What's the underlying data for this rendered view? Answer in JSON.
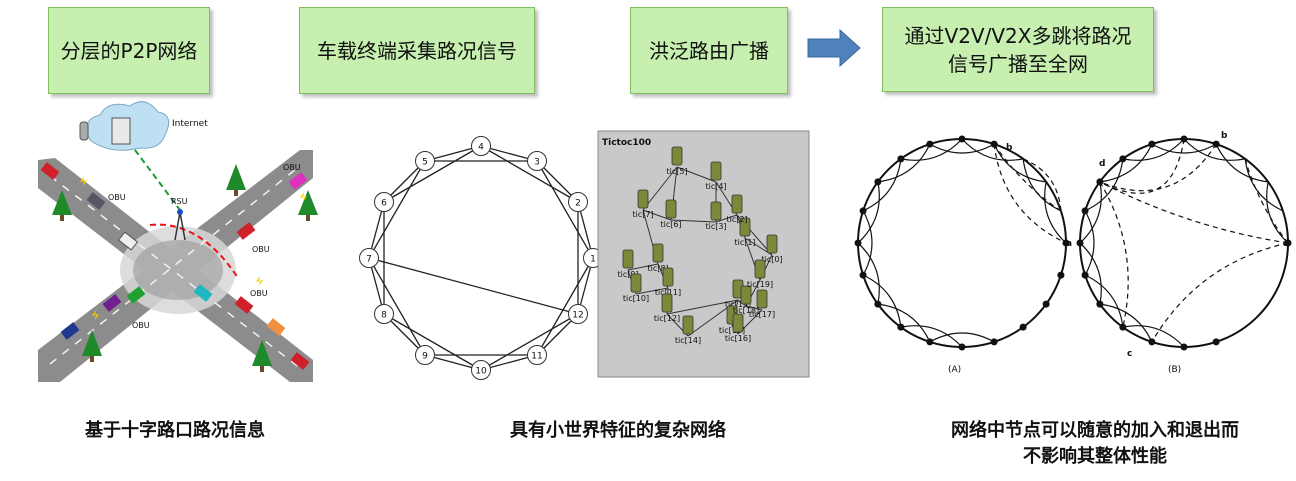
{
  "steps": [
    {
      "label": "分层的P2P网络"
    },
    {
      "label": "车载终端采集路况信号"
    },
    {
      "label": "洪泛路由广播"
    },
    {
      "label": "通过V2V/V2X多跳将路况信号广播至全网"
    }
  ],
  "captions": {
    "left": "基于十字路口路况信息",
    "middle": "具有小世界特征的复杂网络",
    "right": "网络中节点可以随意的加入和退出而不影响其整体性能"
  },
  "crossroad": {
    "internet": "Internet",
    "rsu": "RSU",
    "obu": "OBU"
  },
  "ring": {
    "nodes": [
      "1",
      "2",
      "3",
      "4",
      "5",
      "6",
      "7",
      "8",
      "9",
      "10",
      "11",
      "12"
    ]
  },
  "tictoc": {
    "title": "Tictoc100",
    "nodes": [
      "tic[0]",
      "tic[1]",
      "tic[2]",
      "tic[3]",
      "tic[4]",
      "tic[5]",
      "tic[6]",
      "tic[7]",
      "tic[8]",
      "tic[9]",
      "tic[10]",
      "tic[11]",
      "tic[12]",
      "tic[13]",
      "tic[14]",
      "tic[15]",
      "tic[16]",
      "tic[17]",
      "tic[18]",
      "tic[19]"
    ]
  },
  "circles": {
    "a_caption": "(A)",
    "b_caption": "(B)",
    "label_b": "b",
    "label_a": "a",
    "label_d": "d",
    "label_c": "c"
  },
  "colors": {
    "box_fill": "#c6efb0",
    "arrow": "#4f81bd",
    "road": "#8c8c8c"
  }
}
